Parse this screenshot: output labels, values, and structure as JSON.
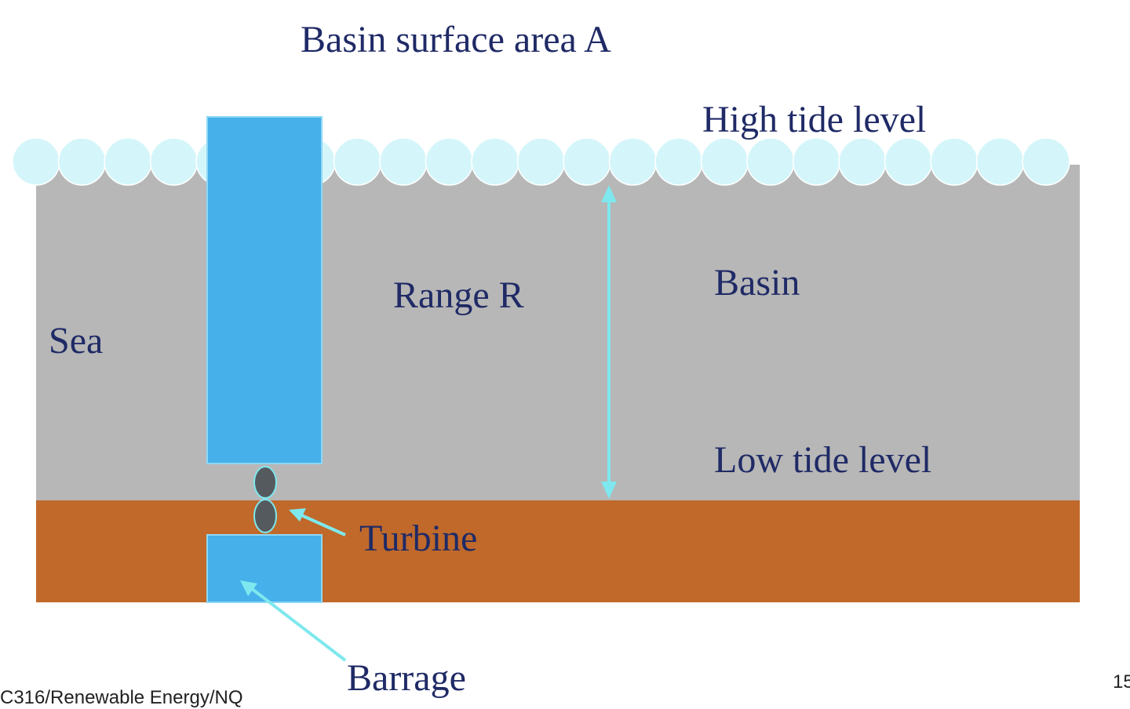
{
  "labels": {
    "basin_surface_area": "Basin surface area A",
    "high_tide_level": "High tide level",
    "range": "Range R",
    "basin": "Basin",
    "sea": "Sea",
    "low_tide_level": "Low tide level",
    "turbine": "Turbine",
    "barrage": "Barrage"
  },
  "footer": {
    "course": "C316/Renewable Energy/NQ",
    "page_number": "15"
  },
  "colors": {
    "water": "#b7b7b7",
    "wave_crest": "#d4f6fa",
    "seabed": "#c0692a",
    "barrage": "#45b0ea",
    "turbine": "#555a5e",
    "arrow": "#7ee8ee",
    "label_text": "#1f2a66"
  }
}
